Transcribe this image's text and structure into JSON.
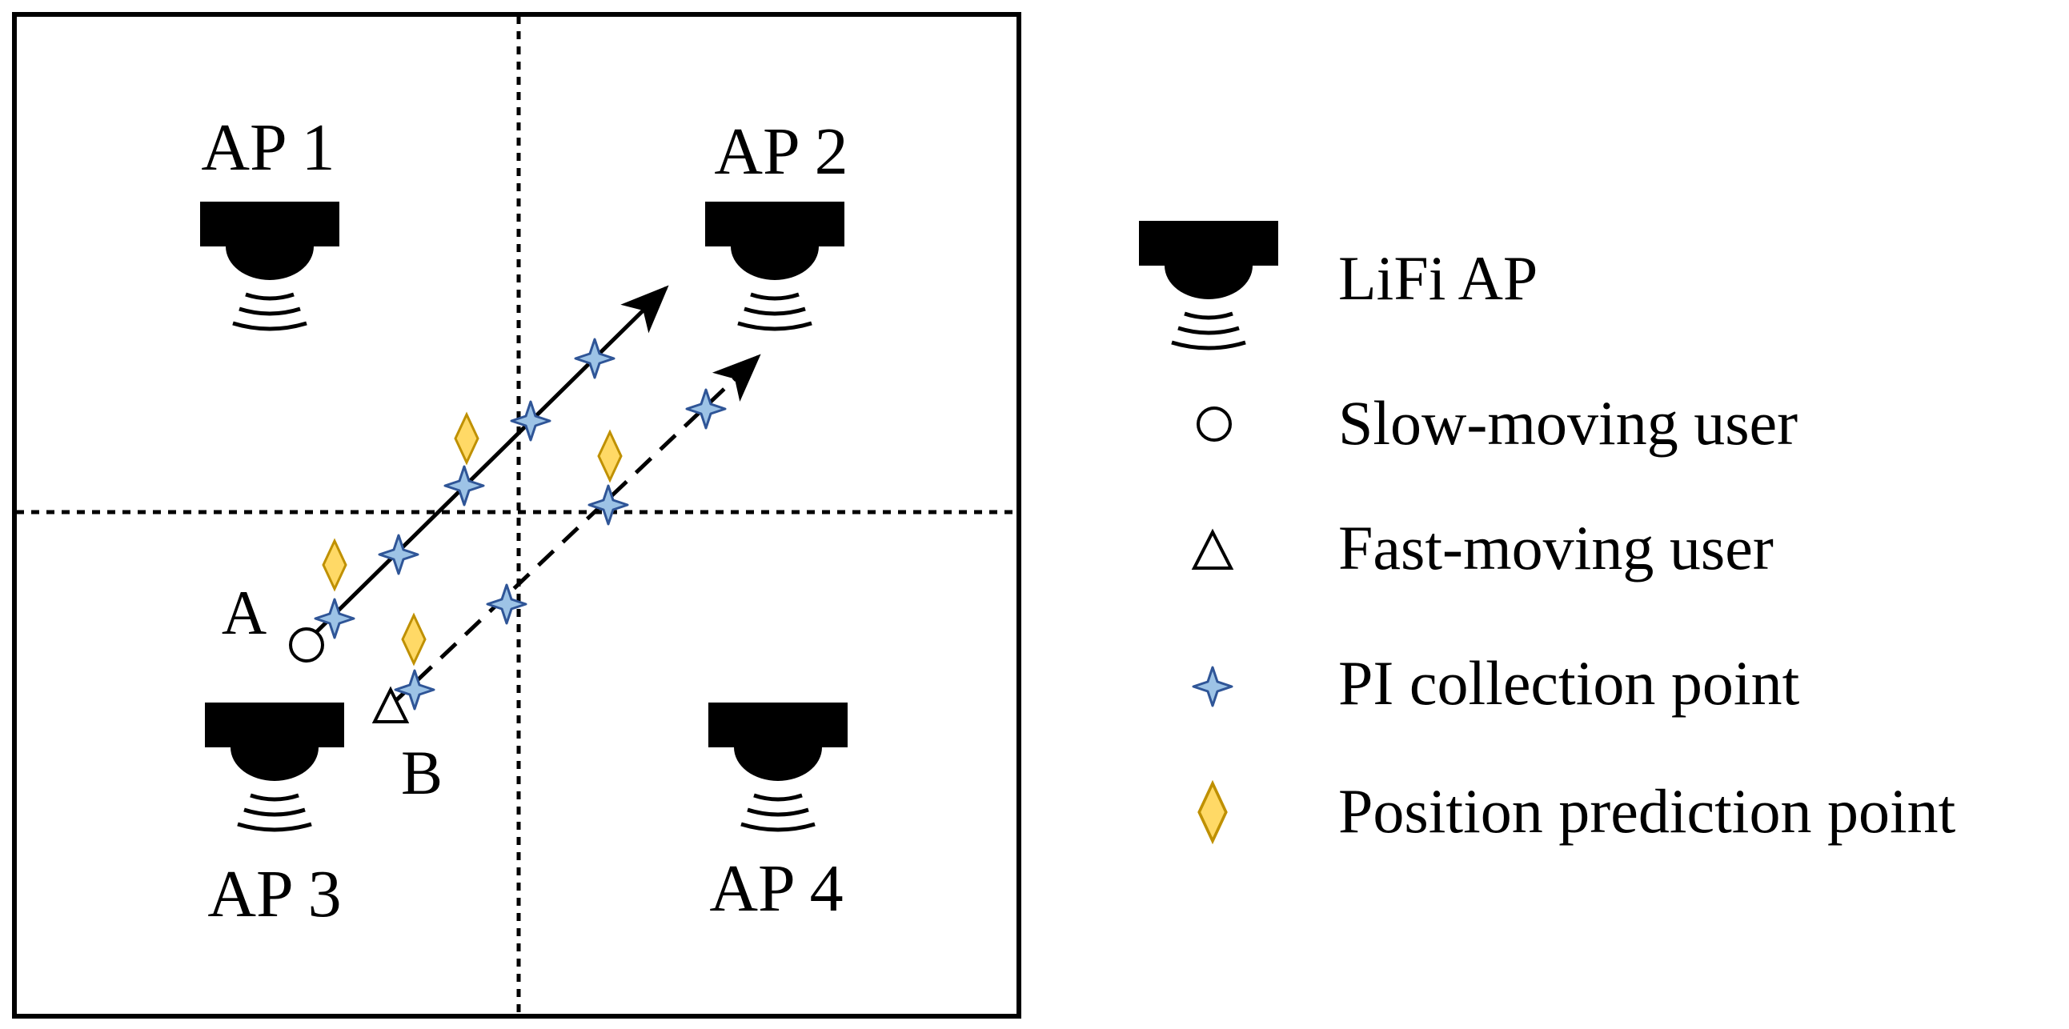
{
  "access_points": [
    {
      "label": "AP 1"
    },
    {
      "label": "AP 2"
    },
    {
      "label": "AP 3"
    },
    {
      "label": "AP 4"
    }
  ],
  "users": [
    {
      "label": "A",
      "type": "slow-moving",
      "marker": "circle",
      "path_style": "solid"
    },
    {
      "label": "B",
      "type": "fast-moving",
      "marker": "triangle",
      "path_style": "dashed"
    }
  ],
  "legend": [
    {
      "icon": "lifi-ap-icon",
      "label": "LiFi AP"
    },
    {
      "icon": "circle-icon",
      "label": "Slow-moving user"
    },
    {
      "icon": "triangle-icon",
      "label": "Fast-moving user"
    },
    {
      "icon": "four-point-star-icon",
      "label": "PI collection point"
    },
    {
      "icon": "diamond-icon",
      "label": "Position prediction point"
    }
  ],
  "colors": {
    "pi_point_fill": "#9dc3e6",
    "pi_point_stroke": "#2f5597",
    "prediction_fill": "#ffd966",
    "prediction_stroke": "#bf9000",
    "line": "#000000"
  }
}
